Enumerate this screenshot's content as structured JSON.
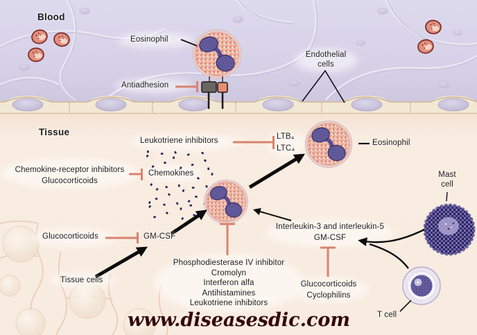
{
  "regions": {
    "blood": "Blood",
    "tissue": "Tissue"
  },
  "labels": {
    "eosinophil_blood": "Eosinophil",
    "endothelial_line1": "Endothelial",
    "endothelial_line2": "cells",
    "antiadhesion": "Antiadhesion",
    "leukotriene_inhibitors": "Leukotriene inhibitors",
    "ltb4": "LTB₄",
    "ltc4": "LTC₄",
    "chemokine_inhibitors_line1": "Chemokine-receptor inhibitors",
    "chemokine_inhibitors_line2": "Glucocorticoids",
    "chemokines": "Chemokines",
    "eosinophil_tissue": "Eosinophil",
    "mast_line1": "Mast",
    "mast_line2": "cell",
    "glucocorticoids_left": "Glucocorticoids",
    "gm_csf": "GM-CSF",
    "tissue_cells": "Tissue cells",
    "eosinophil_drugs": [
      "Phosphodiesterase IV inhibitor",
      "Cromolyn",
      "Interferon alfa",
      "Antihistamines",
      "Leukotriene inhibitors"
    ],
    "interleukin_line1": "Interleukin-3 and interleukin-5",
    "interleukin_line2": "GM-CSF",
    "t_cell_drugs_line1": "Glucocorticoids",
    "t_cell_drugs_line2": "Cyclophilins",
    "t_cell": "T cell"
  },
  "watermark": "www.diseasesdic.com",
  "colors": {
    "blood_bg": "#d7d3e8",
    "tissue_bg": "#f9ece1",
    "endothelium": "#f2e8d4",
    "endothelium_nucleus": "#c9c2dc",
    "inhibit_line": "#d8836f",
    "arrow": "#0c0c0c",
    "eosinophil_cytoplasm": "#efbcab",
    "eosinophil_granule": "#d87f6e",
    "nucleus": "#6b63a3",
    "mast_cell_dark": "#262057",
    "t_cell_nucleus": "#9285bf",
    "blood_cell": "#e2907e",
    "chemokine_dot": "#272258",
    "watermark_color": "#330808"
  }
}
